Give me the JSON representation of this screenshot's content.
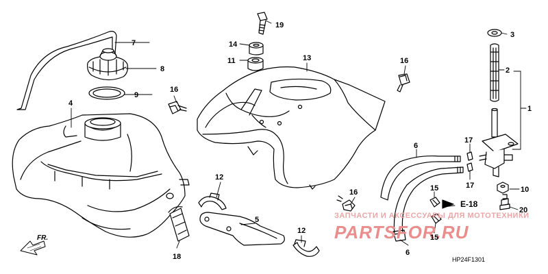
{
  "callouts": [
    {
      "id": "1",
      "label": "1"
    },
    {
      "id": "2",
      "label": "2"
    },
    {
      "id": "3",
      "label": "3"
    },
    {
      "id": "4",
      "label": "4"
    },
    {
      "id": "5",
      "label": "5"
    },
    {
      "id": "6a",
      "label": "6"
    },
    {
      "id": "6b",
      "label": "6"
    },
    {
      "id": "7",
      "label": "7"
    },
    {
      "id": "8",
      "label": "8"
    },
    {
      "id": "9",
      "label": "9"
    },
    {
      "id": "10",
      "label": "10"
    },
    {
      "id": "11",
      "label": "11"
    },
    {
      "id": "12a",
      "label": "12"
    },
    {
      "id": "12b",
      "label": "12"
    },
    {
      "id": "13",
      "label": "13"
    },
    {
      "id": "14",
      "label": "14"
    },
    {
      "id": "15a",
      "label": "15"
    },
    {
      "id": "15b",
      "label": "15"
    },
    {
      "id": "16a",
      "label": "16"
    },
    {
      "id": "16b",
      "label": "16"
    },
    {
      "id": "16c",
      "label": "16"
    },
    {
      "id": "17a",
      "label": "17"
    },
    {
      "id": "17b",
      "label": "17"
    },
    {
      "id": "18",
      "label": "18"
    },
    {
      "id": "19",
      "label": "19"
    },
    {
      "id": "20",
      "label": "20"
    }
  ],
  "reference": {
    "label": "E-18"
  },
  "direction": {
    "label": "FR."
  },
  "diagram_code": "HP24F1301",
  "watermark": {
    "top": "ЗАПЧАСТИ И АКСЕССУАРЫ ДЛЯ МОТОТЕХНИКИ",
    "main": "PARTSFOR.RU"
  },
  "colors": {
    "line": "#000000",
    "watermark": "#e98d8d"
  }
}
